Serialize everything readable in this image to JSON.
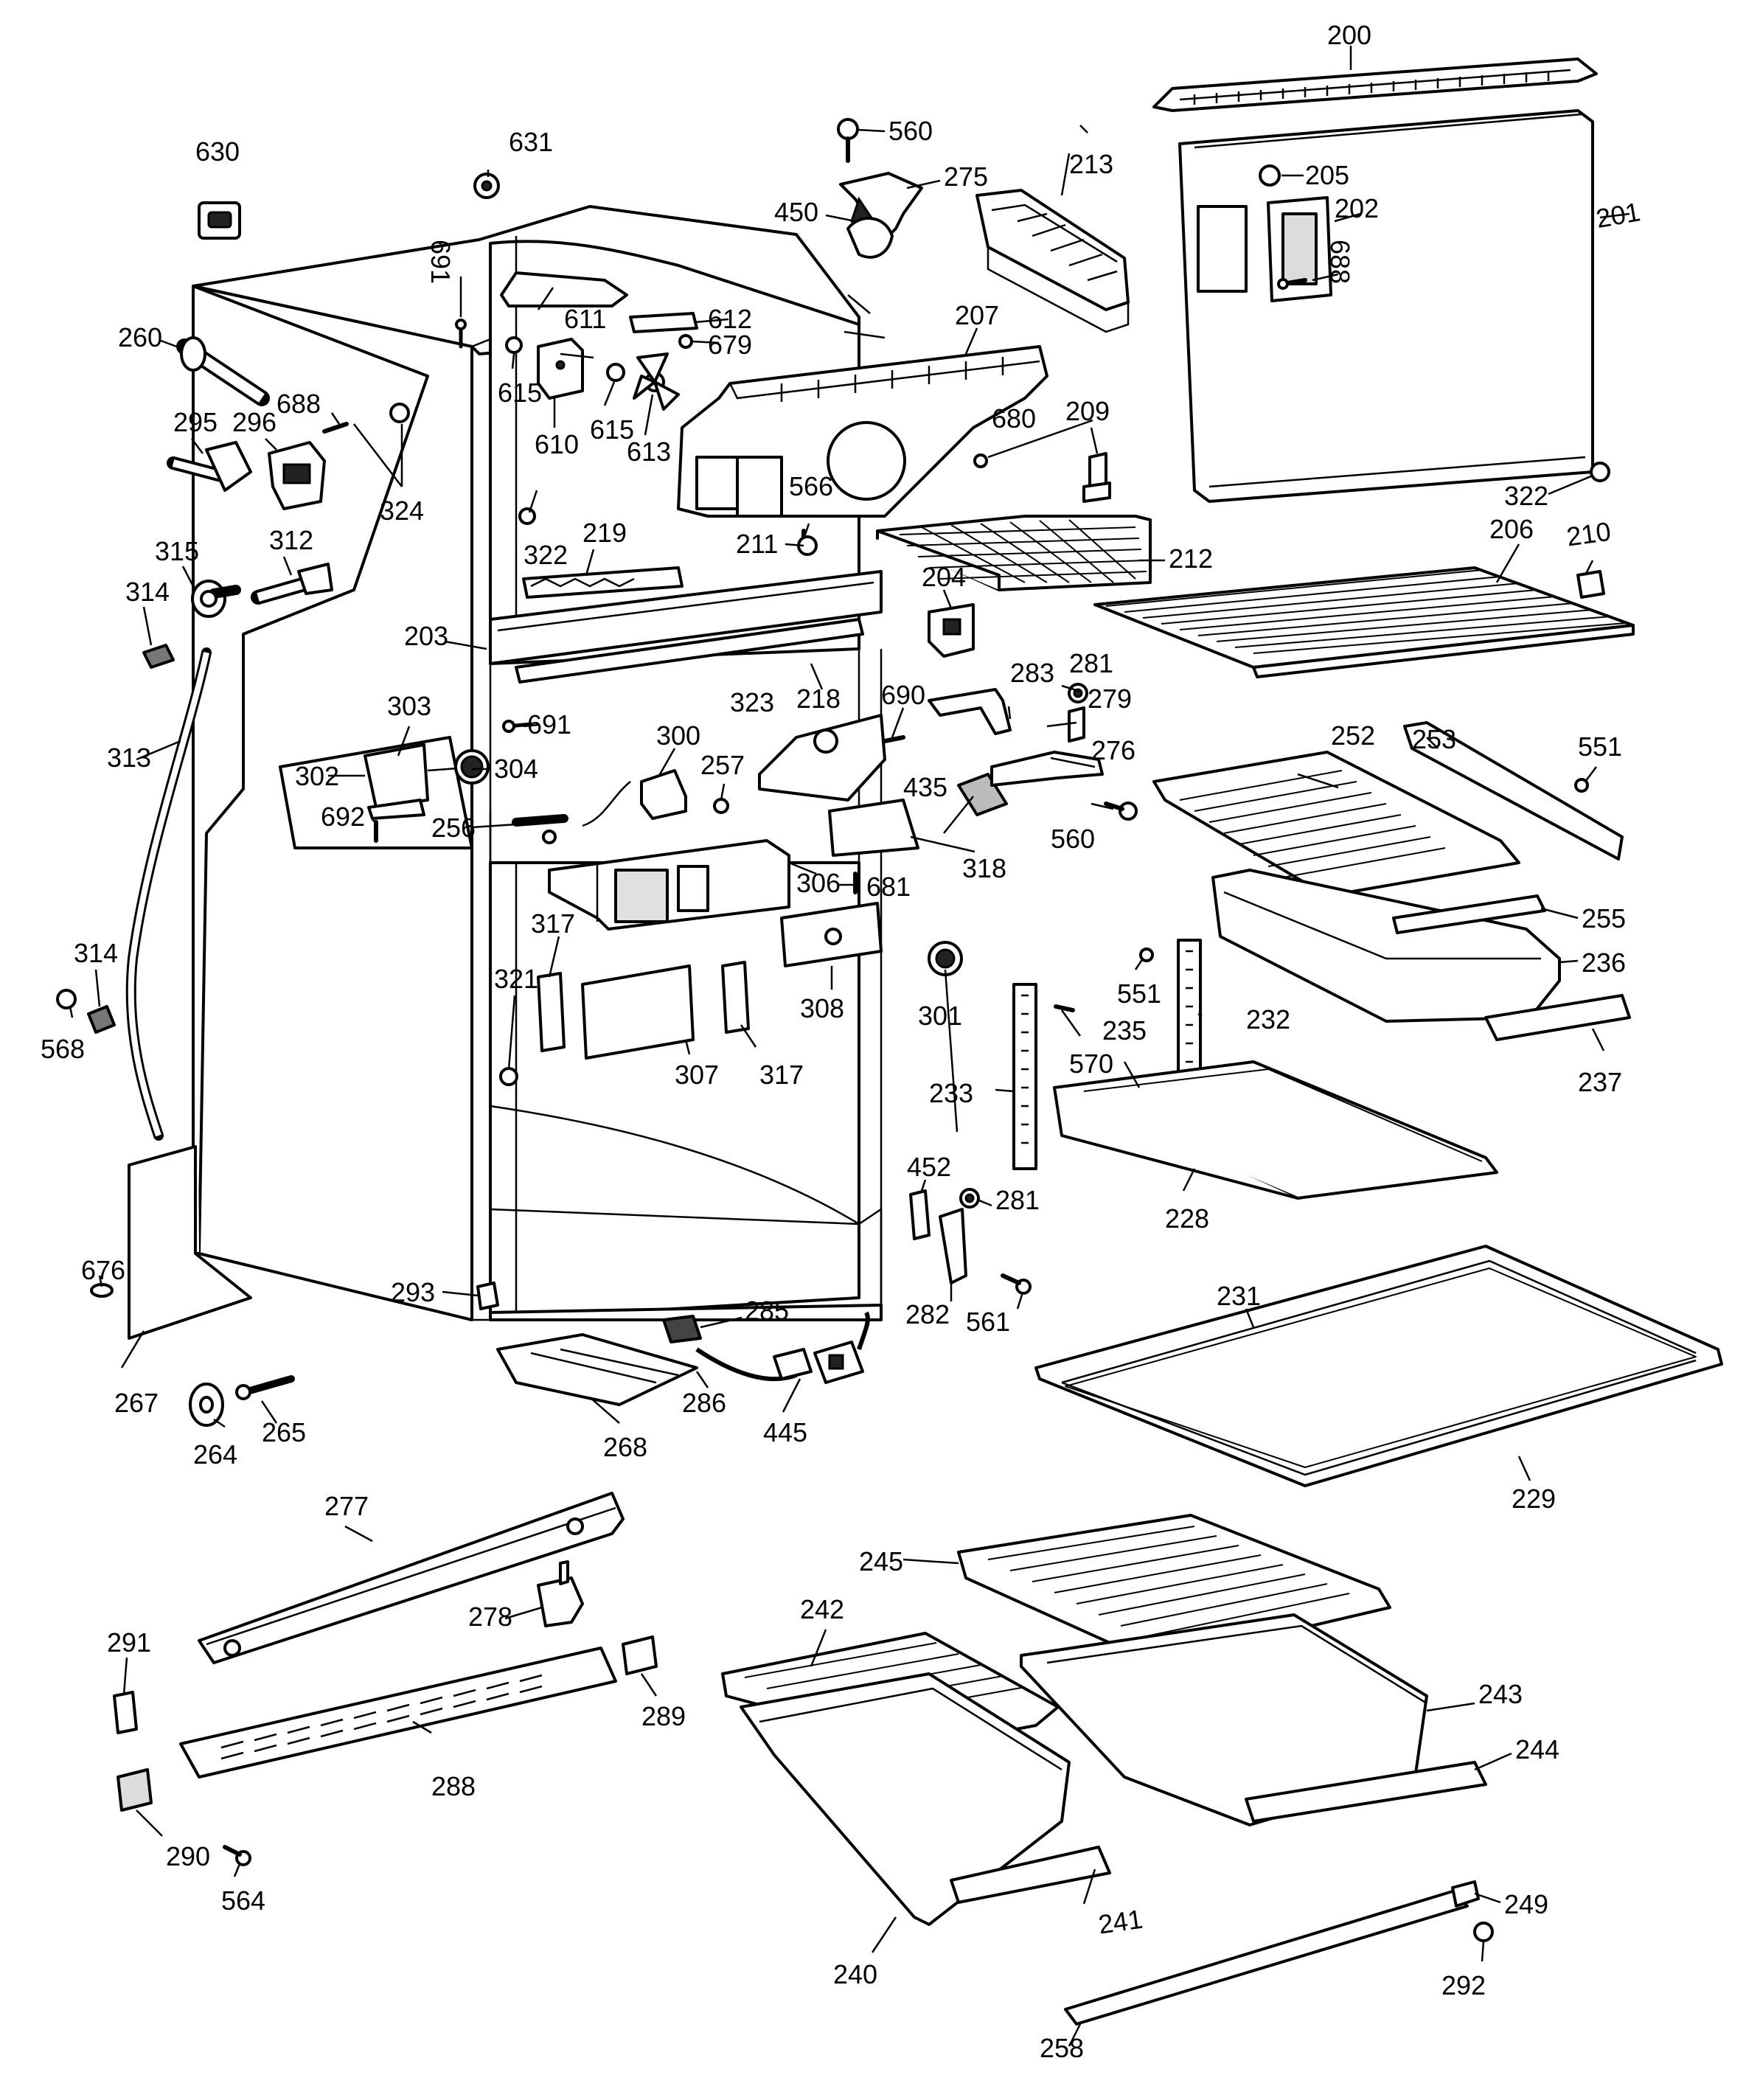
{
  "callouts": [
    {
      "id": "200"
    },
    {
      "id": "201"
    },
    {
      "id": "202"
    },
    {
      "id": "203"
    },
    {
      "id": "204"
    },
    {
      "id": "205"
    },
    {
      "id": "206"
    },
    {
      "id": "207"
    },
    {
      "id": "209"
    },
    {
      "id": "210"
    },
    {
      "id": "211"
    },
    {
      "id": "212"
    },
    {
      "id": "213"
    },
    {
      "id": "218"
    },
    {
      "id": "219"
    },
    {
      "id": "228"
    },
    {
      "id": "229"
    },
    {
      "id": "231"
    },
    {
      "id": "232"
    },
    {
      "id": "233"
    },
    {
      "id": "235"
    },
    {
      "id": "236"
    },
    {
      "id": "237"
    },
    {
      "id": "240"
    },
    {
      "id": "241"
    },
    {
      "id": "242"
    },
    {
      "id": "243"
    },
    {
      "id": "244"
    },
    {
      "id": "245"
    },
    {
      "id": "249"
    },
    {
      "id": "252"
    },
    {
      "id": "253"
    },
    {
      "id": "255"
    },
    {
      "id": "256"
    },
    {
      "id": "257"
    },
    {
      "id": "258"
    },
    {
      "id": "260"
    },
    {
      "id": "264"
    },
    {
      "id": "265"
    },
    {
      "id": "267"
    },
    {
      "id": "268"
    },
    {
      "id": "275"
    },
    {
      "id": "276"
    },
    {
      "id": "277"
    },
    {
      "id": "278"
    },
    {
      "id": "279"
    },
    {
      "id": "281"
    },
    {
      "id": "281"
    },
    {
      "id": "282"
    },
    {
      "id": "283"
    },
    {
      "id": "285"
    },
    {
      "id": "286"
    },
    {
      "id": "288"
    },
    {
      "id": "289"
    },
    {
      "id": "290"
    },
    {
      "id": "291"
    },
    {
      "id": "292"
    },
    {
      "id": "293"
    },
    {
      "id": "295"
    },
    {
      "id": "296"
    },
    {
      "id": "300"
    },
    {
      "id": "301"
    },
    {
      "id": "302"
    },
    {
      "id": "303"
    },
    {
      "id": "304"
    },
    {
      "id": "306"
    },
    {
      "id": "307"
    },
    {
      "id": "308"
    },
    {
      "id": "312"
    },
    {
      "id": "313"
    },
    {
      "id": "314"
    },
    {
      "id": "314"
    },
    {
      "id": "315"
    },
    {
      "id": "317"
    },
    {
      "id": "317"
    },
    {
      "id": "318"
    },
    {
      "id": "321"
    },
    {
      "id": "322"
    },
    {
      "id": "322"
    },
    {
      "id": "323"
    },
    {
      "id": "324"
    },
    {
      "id": "435"
    },
    {
      "id": "445"
    },
    {
      "id": "450"
    },
    {
      "id": "452"
    },
    {
      "id": "551"
    },
    {
      "id": "551"
    },
    {
      "id": "560"
    },
    {
      "id": "560"
    },
    {
      "id": "561"
    },
    {
      "id": "564"
    },
    {
      "id": "566"
    },
    {
      "id": "568"
    },
    {
      "id": "570"
    },
    {
      "id": "610"
    },
    {
      "id": "611"
    },
    {
      "id": "612"
    },
    {
      "id": "613"
    },
    {
      "id": "615"
    },
    {
      "id": "615"
    },
    {
      "id": "630"
    },
    {
      "id": "631"
    },
    {
      "id": "676"
    },
    {
      "id": "679"
    },
    {
      "id": "680"
    },
    {
      "id": "681"
    },
    {
      "id": "688"
    },
    {
      "id": "688"
    },
    {
      "id": "690"
    },
    {
      "id": "691"
    },
    {
      "id": "691"
    },
    {
      "id": "692"
    }
  ]
}
